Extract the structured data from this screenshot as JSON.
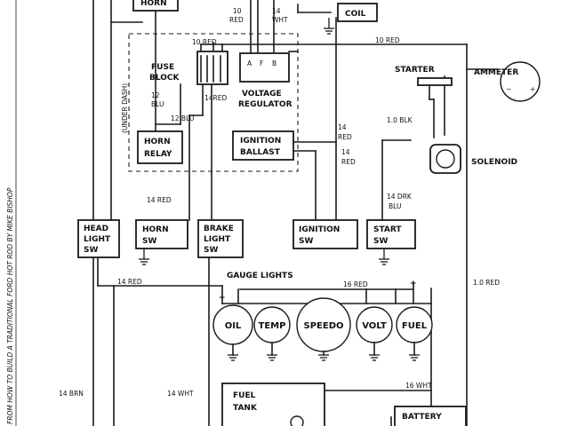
{
  "credit": "FROM HOW TO BUILD A TRADITIONAL FORD HOT ROD BY MIKE BISHOP",
  "components": {
    "horn": "HORN",
    "coil": "COIL",
    "fuse_block": [
      "FUSE",
      "BLOCK"
    ],
    "under_dash": "(UNDER DASH)",
    "voltage_regulator": [
      "VOLTAGE",
      "REGULATOR"
    ],
    "regulator_terminals": [
      "A",
      "F",
      "B"
    ],
    "starter": "STARTER",
    "ammeter": "AMMETER",
    "ammeter_minus": "−",
    "ammeter_plus": "+",
    "solenoid": "SOLENOID",
    "horn_relay": [
      "HORN",
      "RELAY"
    ],
    "ignition_ballast": [
      "IGNITION",
      "BALLAST"
    ],
    "head_light_sw": [
      "HEAD",
      "LIGHT",
      "SW"
    ],
    "horn_sw": [
      "HORN",
      "SW"
    ],
    "brake_light_sw": [
      "BRAKE",
      "LIGHT",
      "SW"
    ],
    "ignition_sw": [
      "IGNITION",
      "SW"
    ],
    "start_sw": [
      "START",
      "SW"
    ],
    "gauge_lights": "GAUGE LIGHTS",
    "gauges": [
      "OIL",
      "TEMP",
      "SPEEDO",
      "VOLT",
      "FUEL"
    ],
    "gauge_plus": "+",
    "fuel_tank": [
      "FUEL",
      "TANK"
    ],
    "battery": "BATTERY"
  },
  "wires": {
    "red10_a": "10",
    "red10_b": "RED",
    "wht14_a": "14",
    "wht14_b": "WHT",
    "fuse_10red": "10 RED",
    "red10_top": "10 RED",
    "blu12_a": "12",
    "blu12_b": "BLU",
    "red14_fuse": "14RED",
    "blu12_relay": "12 BLU",
    "blk10": "1.0 BLK",
    "red14_ign_a": "14",
    "red14_ign_b": "RED",
    "red14_bal_a": "14",
    "red14_bal_b": "RED",
    "red14_hornsw": "14 RED",
    "drkblu_a": "14 DRK",
    "drkblu_b": "BLU",
    "red14_bottom": "14 RED",
    "red16": "16 RED",
    "red10_right": "1.0 RED",
    "brn14": "14 BRN",
    "wht14_bottom": "14 WHT",
    "wht16": "16 WHT"
  }
}
